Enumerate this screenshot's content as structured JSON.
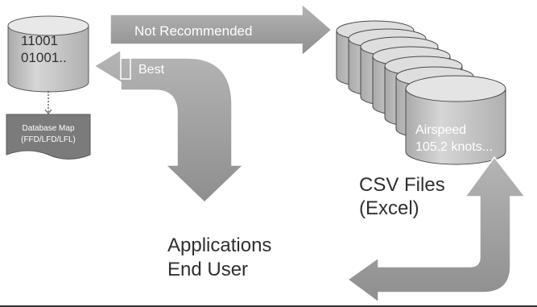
{
  "source_db": {
    "line1": "11001",
    "line2": "01001.."
  },
  "database_map": {
    "line1": "Database Map",
    "line2": "(FFD/LFD/LFL)"
  },
  "arrows": {
    "not_recommended": "Not Recommended",
    "best": "Best"
  },
  "csv_stack": {
    "line1": "Airspeed",
    "line2": "105.2 knots..."
  },
  "csv_label": {
    "line1": "CSV Files",
    "line2": "(Excel)"
  },
  "applications": {
    "line1": "Applications",
    "line2": "End User"
  },
  "colors": {
    "arrow_fill": "#9a9a9a",
    "arrow_stroke": "#ffffff",
    "cylinder_top": "#dedede",
    "cylinder_body": "#c4c4c4",
    "map_box": "#7b7b7b",
    "text_dark": "#2f2f2f",
    "text_light": "#ffffff"
  }
}
